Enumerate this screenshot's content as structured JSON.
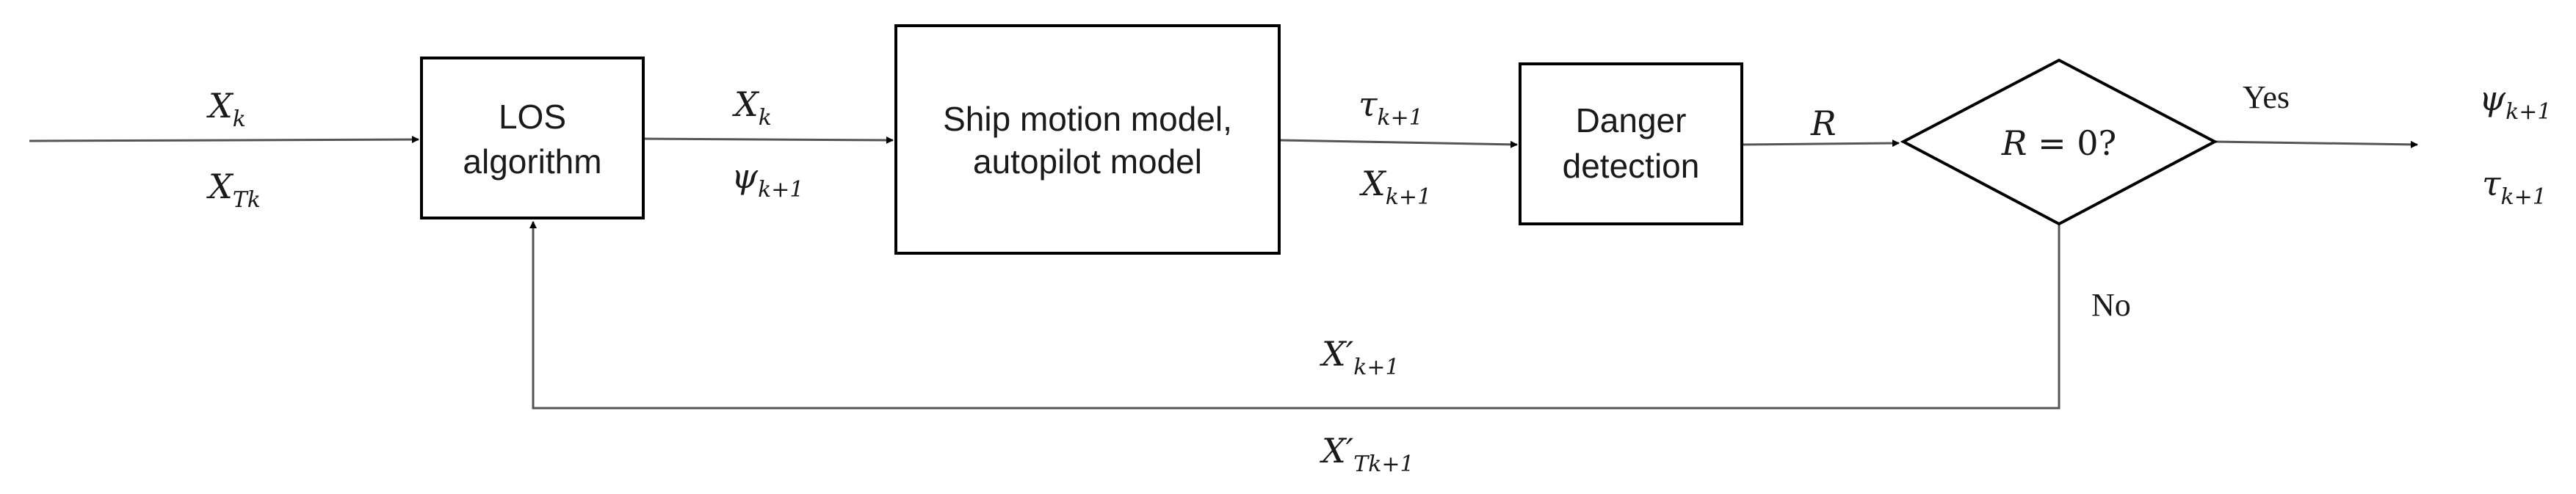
{
  "blocks": {
    "los": {
      "line1": "LOS",
      "line2": "algorithm"
    },
    "ship_model": {
      "line1": "Ship motion model,",
      "line2": "autopilot model"
    },
    "danger": {
      "line1": "Danger",
      "line2": "detection"
    },
    "decision": {
      "base": "R",
      "rest": " = 0?"
    }
  },
  "labels": {
    "yes": "Yes",
    "no": "No"
  },
  "signals": {
    "in_top": {
      "base": "X",
      "sub": "k"
    },
    "in_bottom": {
      "base": "X",
      "sub": "Tk"
    },
    "los_top": {
      "base": "X",
      "sub": "k"
    },
    "los_bottom": {
      "base": "ψ",
      "sub": "k+1"
    },
    "ship_top": {
      "base": "τ",
      "sub": "k+1"
    },
    "ship_bottom": {
      "base": "X",
      "sub": "k+1"
    },
    "danger_out": {
      "base": "R"
    },
    "out_top": {
      "base": "ψ",
      "sub": "k+1"
    },
    "out_bottom": {
      "base": "τ",
      "sub": "k+1"
    },
    "fb_top": {
      "base": "X′",
      "sub": "k+1"
    },
    "fb_bottom": {
      "base": "X′",
      "sub": "Tk+1"
    }
  }
}
